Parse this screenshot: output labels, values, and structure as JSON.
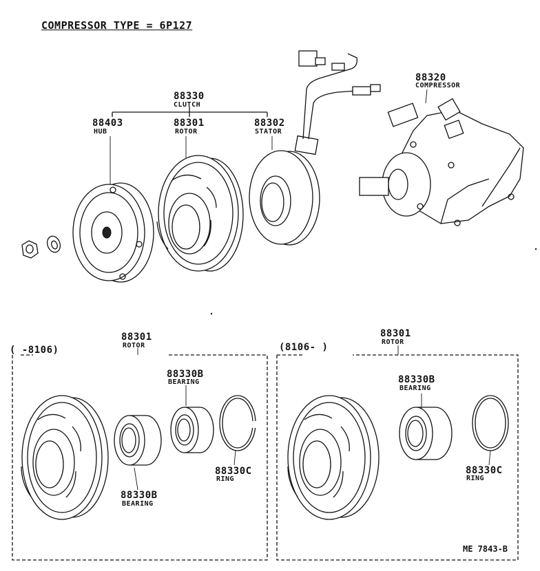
{
  "header": {
    "title": "COMPRESSOR  TYPE = 6P127"
  },
  "parts": {
    "clutch": {
      "number": "88330",
      "name": "CLUTCH"
    },
    "hub": {
      "number": "88403",
      "name": "HUB"
    },
    "rotor": {
      "number": "88301",
      "name": "ROTOR"
    },
    "stator": {
      "number": "88302",
      "name": "STATOR"
    },
    "compressor": {
      "number": "88320",
      "name": "COMPRESSOR"
    }
  },
  "left_box": {
    "range": "(    -8106)",
    "rotor": {
      "number": "88301",
      "name": "ROTOR"
    },
    "bearing_a": {
      "number": "88330B",
      "name": "BEARING"
    },
    "bearing_b": {
      "number": "88330B",
      "name": "BEARING"
    },
    "ring": {
      "number": "88330C",
      "name": "RING"
    }
  },
  "right_box": {
    "range": "(8106-      )",
    "rotor": {
      "number": "88301",
      "name": "ROTOR"
    },
    "bearing": {
      "number": "88330B",
      "name": "BEARING"
    },
    "ring": {
      "number": "88330C",
      "name": "RING"
    }
  },
  "footer": {
    "ref": "ME  7843-B"
  }
}
